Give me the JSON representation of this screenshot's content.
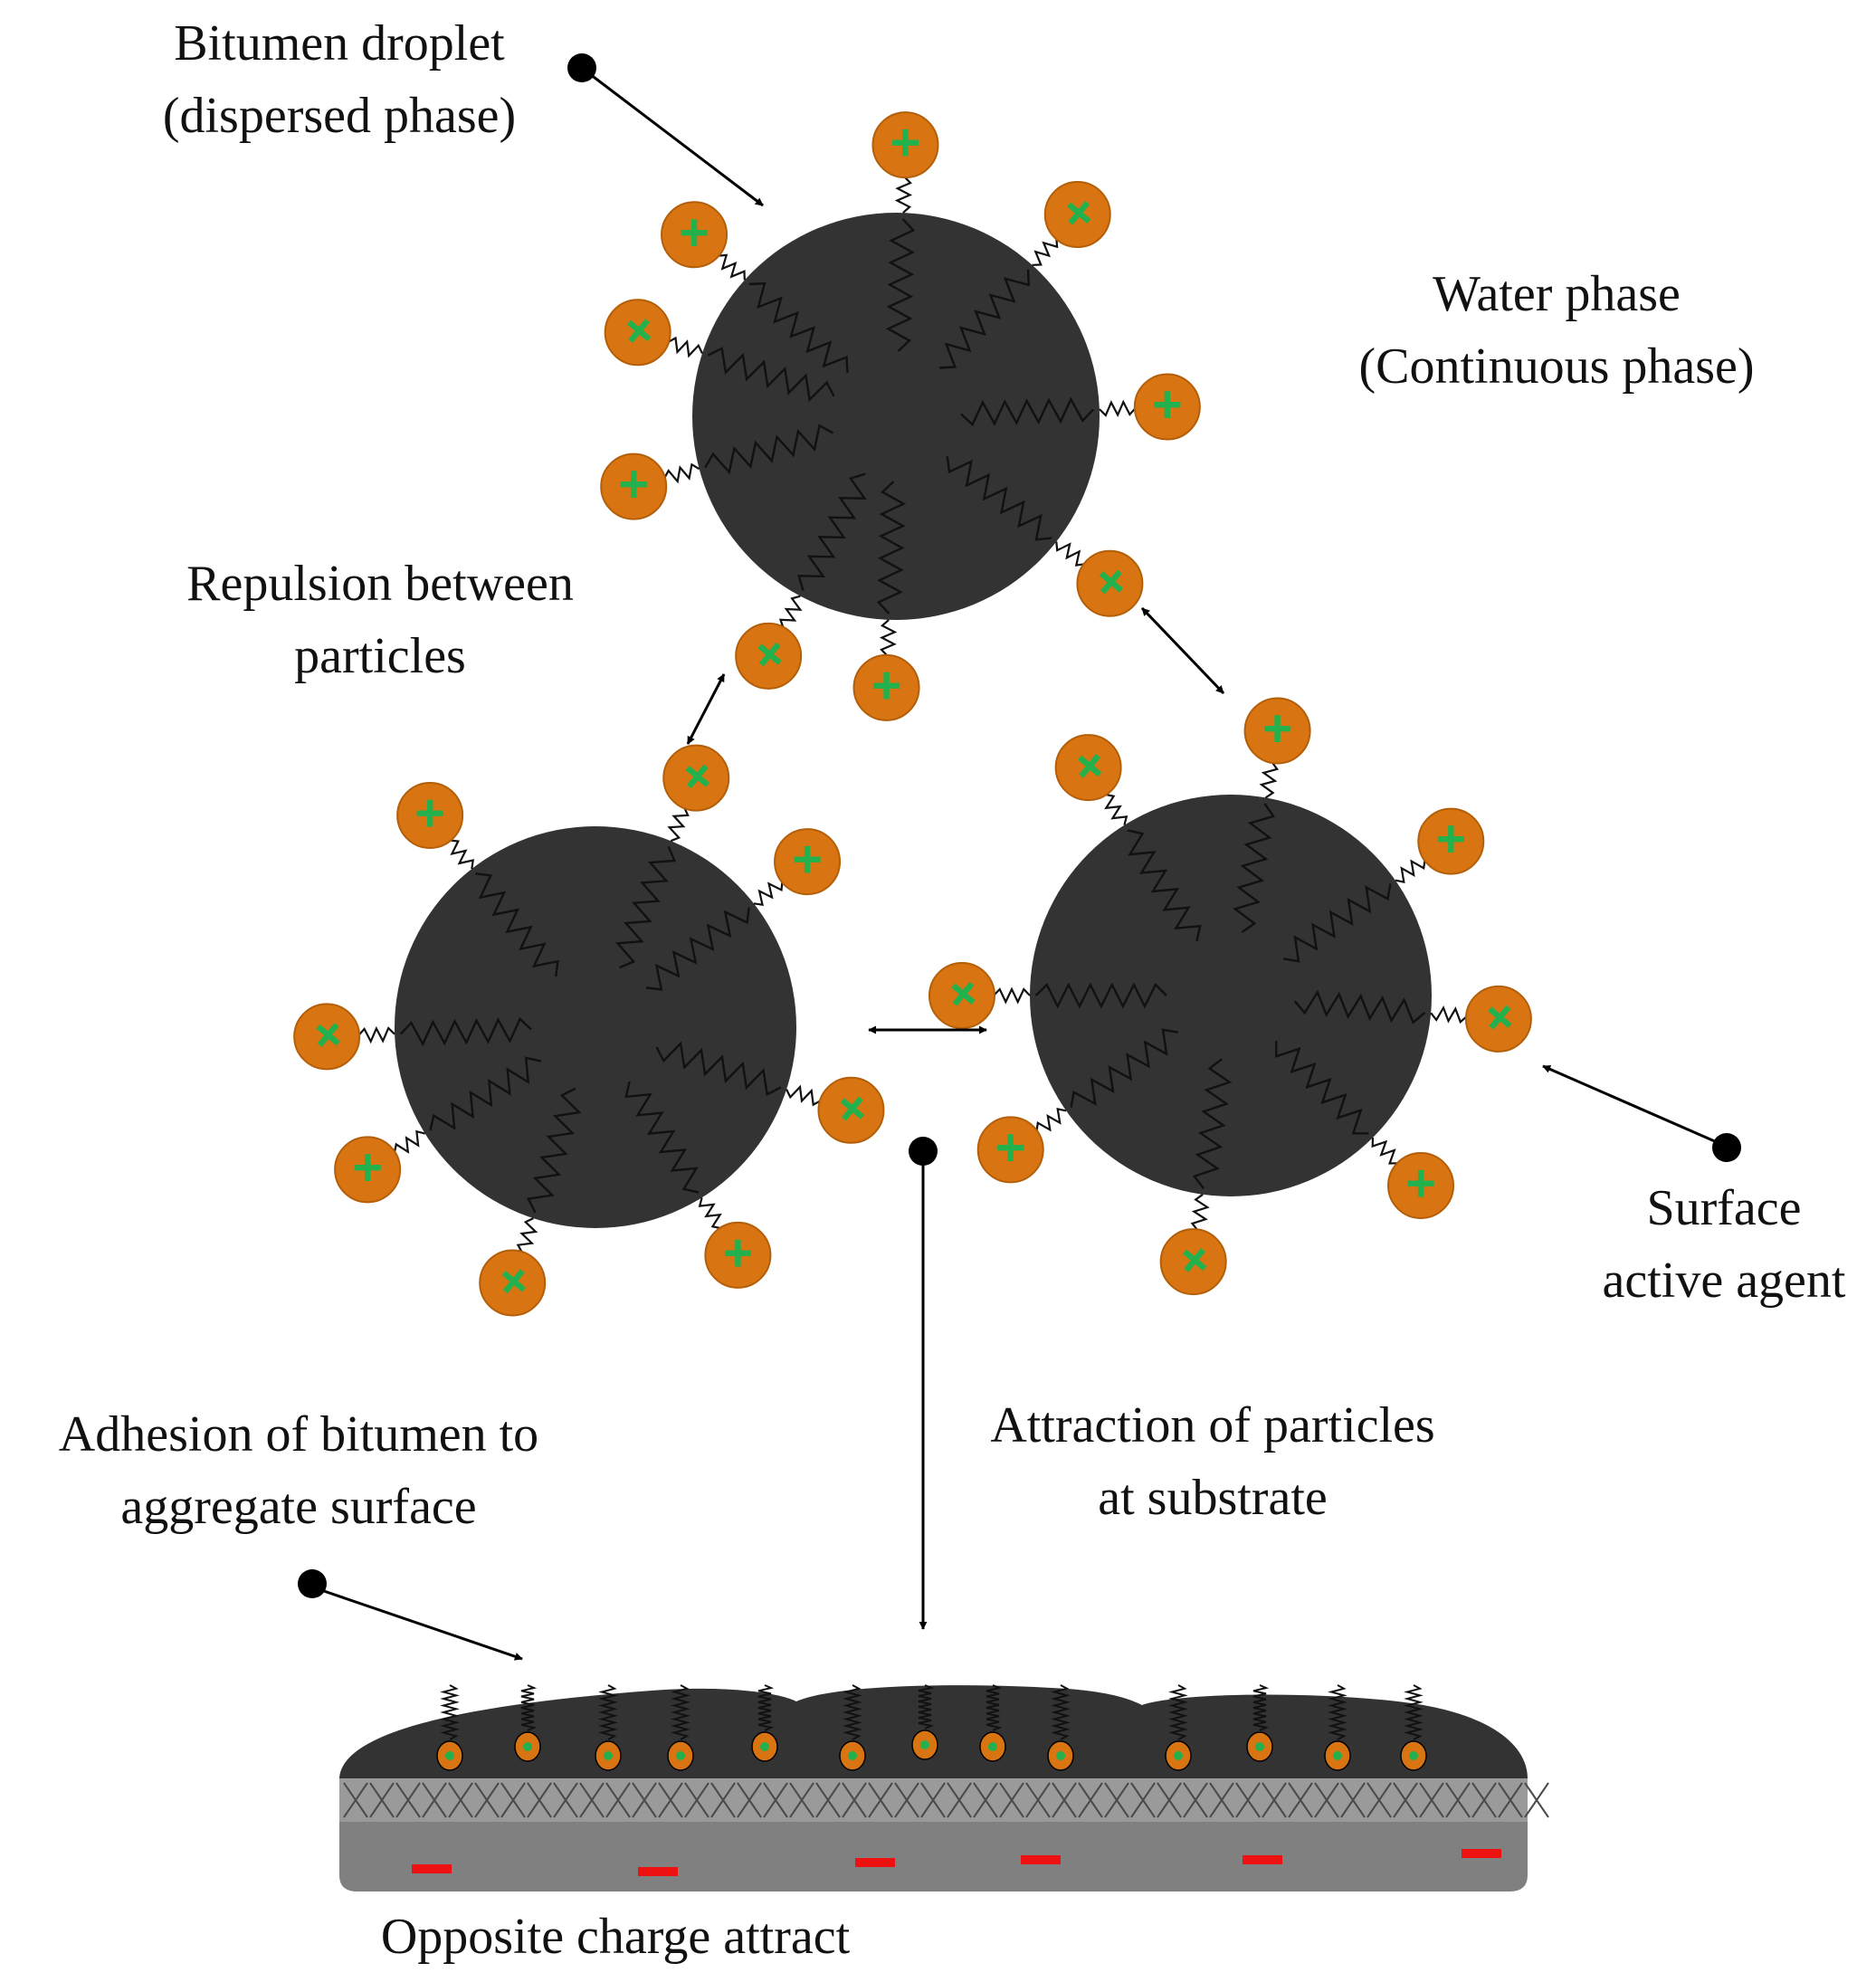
{
  "labels": {
    "bitumen_droplet": [
      "Bitumen droplet",
      "(dispersed phase)"
    ],
    "water_phase": [
      "Water phase",
      "(Continuous phase)"
    ],
    "repulsion": [
      "Repulsion between",
      "particles"
    ],
    "surface_agent": [
      "Surface",
      "active agent"
    ],
    "adhesion": [
      "Adhesion of bitumen to",
      "aggregate surface"
    ],
    "attraction": [
      "Attraction of particles",
      "at substrate"
    ],
    "opposite_charge": "Opposite charge attract"
  },
  "symbols": {
    "positive_charge": "+"
  },
  "colors": {
    "droplet": "#333333",
    "surfactant_head": "#d97412",
    "surfactant_head_dark": "#b35f0a",
    "positive_sign": "#22b14c",
    "negative_sign": "#ee1111",
    "aggregate": "#808080",
    "aggregate_band": "#9a9a9a",
    "pointer": "#000000",
    "text": "#111111"
  }
}
